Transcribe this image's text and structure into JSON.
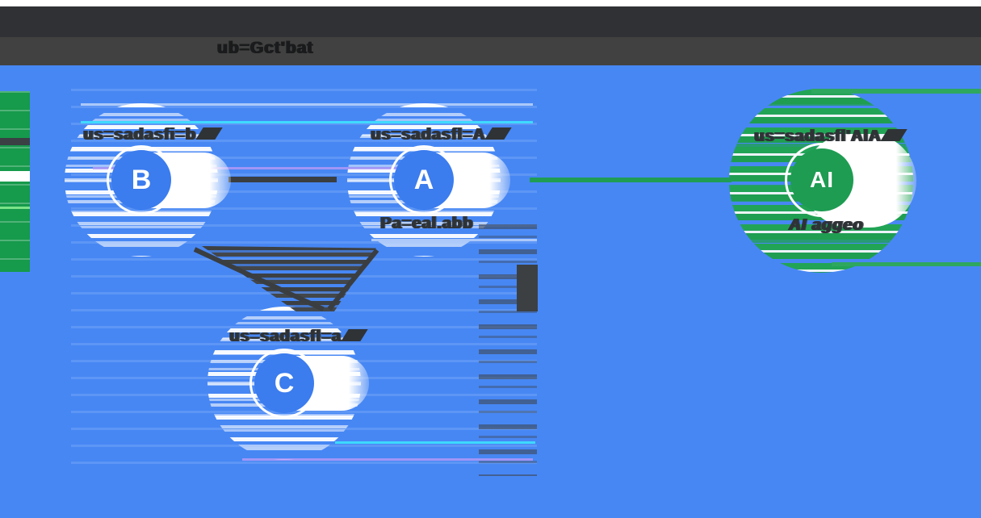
{
  "title_bar": {
    "title": "ub=Gct'bat"
  },
  "diagram": {
    "node_b": {
      "letter": "B",
      "label_above": "us=sadasfi=b"
    },
    "node_a": {
      "letter": "A",
      "label_above": "us=sadasfl=A",
      "label_below": "Pa=eal.abb"
    },
    "node_c": {
      "letter": "C",
      "label_above": "us=sadasfl=a"
    },
    "node_ai": {
      "letter": "AI",
      "label_above": "us=sadasfl'AlA",
      "label_below": "AI aggeo"
    }
  },
  "colors": {
    "canvas_blue": "#4787f4",
    "node_blue": "#3b7cee",
    "node_green": "#1e9c52",
    "halo_green_stripe": "#2ea75f",
    "connector_dark": "#3a3e41",
    "connector_green": "#1f9d55",
    "top_bar_dark": "#2f3134",
    "title_bar_gray": "#414141",
    "label_text": "#2f3336",
    "glitch_cyan": "#3de8ff",
    "glitch_violet": "#b79af7"
  }
}
